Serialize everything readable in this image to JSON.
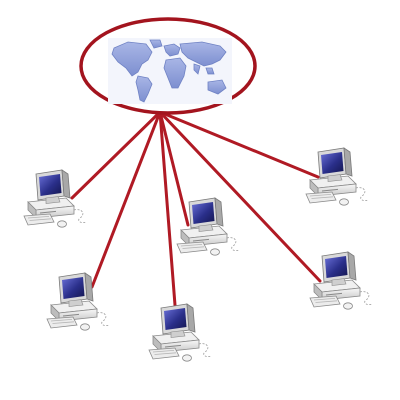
{
  "diagram": {
    "type": "star-network",
    "hub": {
      "icon": "world-map-icon",
      "shape": "ellipse"
    },
    "nodes": [
      {
        "id": "computer-1",
        "icon": "desktop-computer-icon"
      },
      {
        "id": "computer-2",
        "icon": "desktop-computer-icon"
      },
      {
        "id": "computer-3",
        "icon": "desktop-computer-icon"
      },
      {
        "id": "computer-4",
        "icon": "desktop-computer-icon"
      },
      {
        "id": "computer-5",
        "icon": "desktop-computer-icon"
      },
      {
        "id": "computer-6",
        "icon": "desktop-computer-icon"
      }
    ],
    "colors": {
      "link": "#b01a24",
      "hub_outline": "#a3141e",
      "map_land": "#8fa0d8",
      "map_land_dark": "#6f82c4",
      "screen": "#2a2f8a",
      "case": "#e6e6e6",
      "case_shadow": "#b9b9b9"
    }
  }
}
